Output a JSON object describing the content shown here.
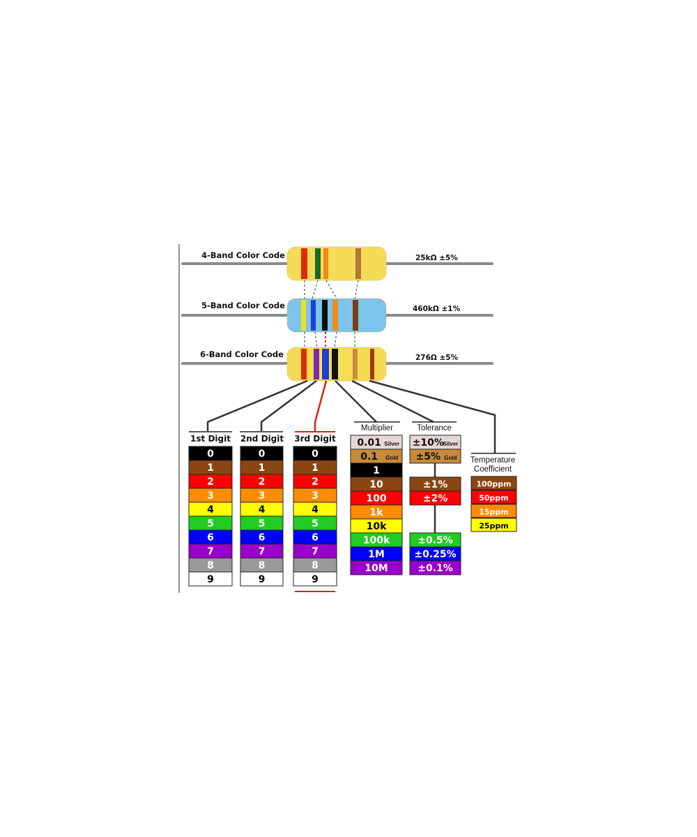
{
  "resistors": [
    {
      "label": "4-Band Color Code",
      "value": "25kΩ  ±5%",
      "body_color": "#f6dc55",
      "bands": [
        "#e02810",
        "#176a2a",
        "#f08a1c",
        "#b07838"
      ]
    },
    {
      "label": "5-Band Color Code",
      "value": "460kΩ  ±1%",
      "body_color": "#7cc4ec",
      "bands": [
        "#f2e11f",
        "#1f3fd0",
        "#111111",
        "#f08a1c",
        "#7a3c12"
      ]
    },
    {
      "label": "6-Band Color Code",
      "value": "276Ω  ±5%",
      "body_color": "#f6dc55",
      "bands": [
        "#e02810",
        "#7a2bb0",
        "#1f3fd0",
        "#111111",
        "#c88c3c",
        "#a03a18"
      ]
    }
  ],
  "digits": {
    "headers": [
      "1st Digit",
      "2nd Digit",
      "3rd Digit"
    ],
    "rows": [
      {
        "text": "0",
        "bg": "#000000",
        "fg": "#ffffff"
      },
      {
        "text": "1",
        "bg": "#8b4513",
        "fg": "#ffffff"
      },
      {
        "text": "2",
        "bg": "#ff0000",
        "fg": "#ffffff"
      },
      {
        "text": "3",
        "bg": "#ff8c00",
        "fg": "#ffffff"
      },
      {
        "text": "4",
        "bg": "#ffff00",
        "fg": "#000000"
      },
      {
        "text": "5",
        "bg": "#22cc22",
        "fg": "#ffffff"
      },
      {
        "text": "6",
        "bg": "#0000ff",
        "fg": "#ffffff"
      },
      {
        "text": "7",
        "bg": "#9900cc",
        "fg": "#ffffff"
      },
      {
        "text": "8",
        "bg": "#999999",
        "fg": "#ffffff"
      },
      {
        "text": "9",
        "bg": "#ffffff",
        "fg": "#000000"
      }
    ]
  },
  "multiplier": {
    "header": "Multiplier",
    "rows": [
      {
        "text": "0.01",
        "suffix": "Silver",
        "bg": "#e8d6d6",
        "fg": "#111111"
      },
      {
        "text": "0.1",
        "suffix": "Gold",
        "bg": "#c68a3a",
        "fg": "#111111"
      },
      {
        "text": "1",
        "suffix": "",
        "bg": "#000000",
        "fg": "#ffffff"
      },
      {
        "text": "10",
        "suffix": "",
        "bg": "#8b4513",
        "fg": "#ffffff"
      },
      {
        "text": "100",
        "suffix": "",
        "bg": "#ff0000",
        "fg": "#ffffff"
      },
      {
        "text": "1k",
        "suffix": "",
        "bg": "#ff8c00",
        "fg": "#ffffff"
      },
      {
        "text": "10k",
        "suffix": "",
        "bg": "#ffff00",
        "fg": "#000000"
      },
      {
        "text": "100k",
        "suffix": "",
        "bg": "#22cc22",
        "fg": "#ffffff"
      },
      {
        "text": "1M",
        "suffix": "",
        "bg": "#0000ff",
        "fg": "#ffffff"
      },
      {
        "text": "10M",
        "suffix": "",
        "bg": "#9900cc",
        "fg": "#ffffff"
      }
    ]
  },
  "tolerance": {
    "header": "Tolerance",
    "rows": [
      {
        "text": "±10%",
        "suffix": "Silver",
        "bg": "#e8d6d6",
        "fg": "#111111"
      },
      {
        "text": "±5%",
        "suffix": "Gold",
        "bg": "#c68a3a",
        "fg": "#111111"
      },
      {
        "text": "±1%",
        "suffix": "",
        "bg": "#8b4513",
        "fg": "#ffffff"
      },
      {
        "text": "±2%",
        "suffix": "",
        "bg": "#ff0000",
        "fg": "#ffffff"
      },
      {
        "text": "±0.5%",
        "suffix": "",
        "bg": "#22cc22",
        "fg": "#ffffff"
      },
      {
        "text": "±0.25%",
        "suffix": "",
        "bg": "#0000ff",
        "fg": "#ffffff"
      },
      {
        "text": "±0.1%",
        "suffix": "",
        "bg": "#9900cc",
        "fg": "#ffffff"
      }
    ]
  },
  "temperature": {
    "header_line1": "Temperature",
    "header_line2": "Coefficient",
    "rows": [
      {
        "text": "100ppm",
        "bg": "#8b4513",
        "fg": "#ffffff"
      },
      {
        "text": "50ppm",
        "bg": "#ff0000",
        "fg": "#ffffff"
      },
      {
        "text": "15ppm",
        "bg": "#ff8c00",
        "fg": "#ffffff"
      },
      {
        "text": "25ppm",
        "bg": "#ffff00",
        "fg": "#000000"
      }
    ]
  },
  "colors": {
    "lead": "#8a8a8a",
    "connector": "#333333",
    "highlight": "#e02010"
  }
}
